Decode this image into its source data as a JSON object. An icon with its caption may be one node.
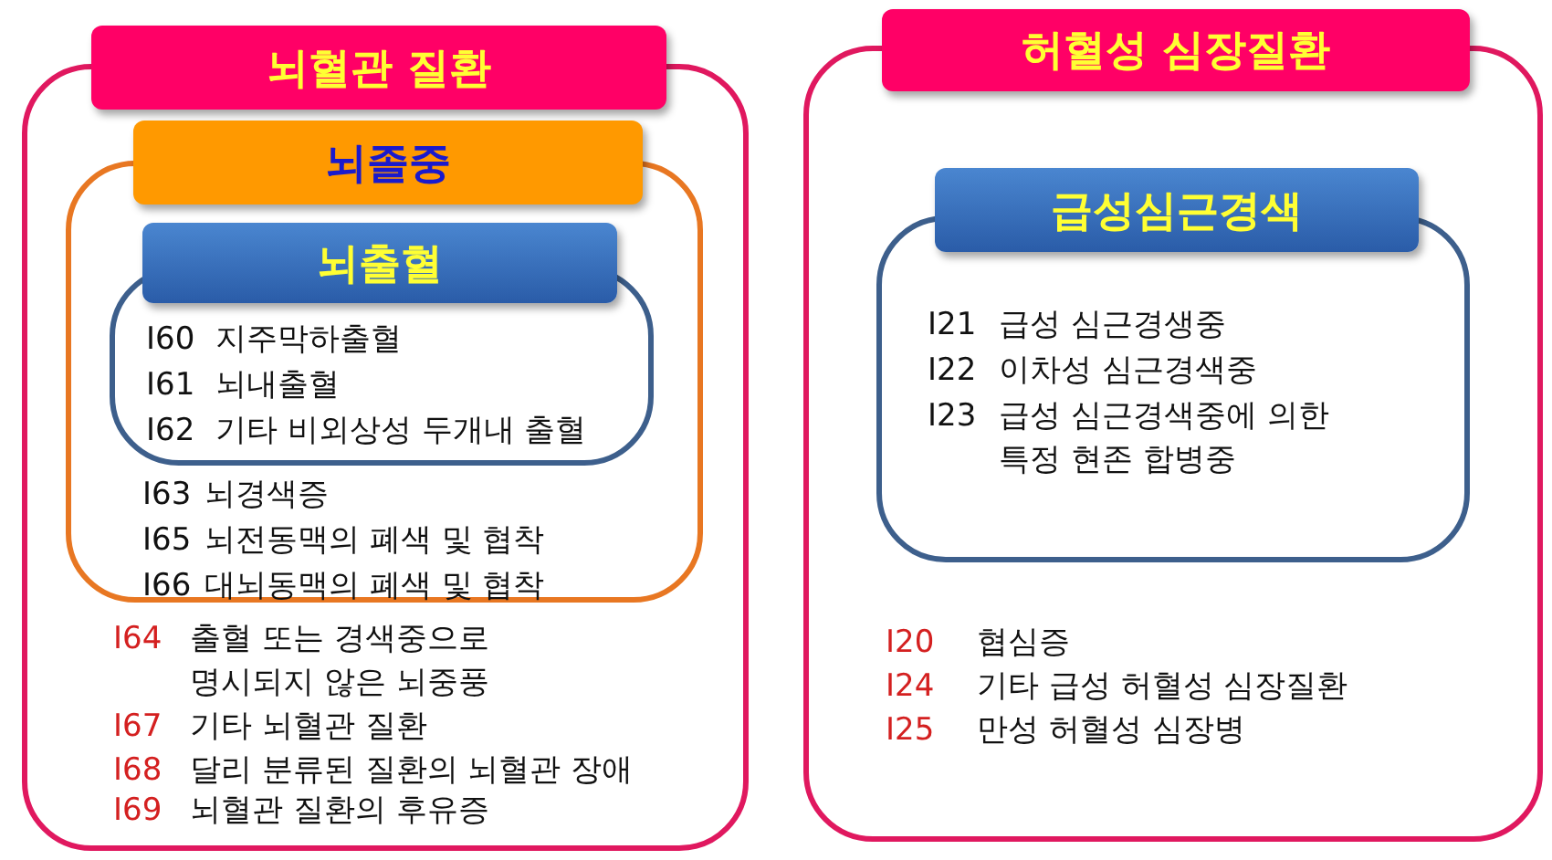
{
  "diagram": {
    "nodes": [
      {
        "text": [
          "뇌혈관 질환",
          "I64",
          "출혈 또는 경색중으로 명시되지 않은 뇌중풍",
          "I67",
          "기타 뇌혈관 질환",
          "I68",
          "달리 분류된 질환의 뇌혈관 장애",
          "I69",
          "뇌혈관 질환의 후유증"
        ]
      },
      {
        "text": [
          "뇌졸중",
          "I63",
          "뇌경색증",
          "I65",
          "뇌전동맥의 폐색 및 협착",
          "I66",
          "대뇌동맥의 폐색 및 협착"
        ],
        "in": 0
      },
      {
        "text": [
          "뇌출혈",
          "I60",
          "지주막하출혈",
          "I61",
          "뇌내출혈",
          "I62",
          "기타 비외상성 두개내 출혈"
        ],
        "in": 1
      },
      {
        "text": [
          "허혈성 심장질환",
          "I20",
          "협심증",
          "I24",
          "기타 급성 허혈성 심장질환",
          "I25",
          "만성 허혈성 심장병"
        ]
      },
      {
        "text": [
          "급성심근경색",
          "I21",
          "급성 심근경생중",
          "I22",
          "이차성 심근경색중",
          "I23",
          "급성 심근경색중에 의한 특정 현존 합병중"
        ],
        "in": 3
      }
    ]
  }
}
